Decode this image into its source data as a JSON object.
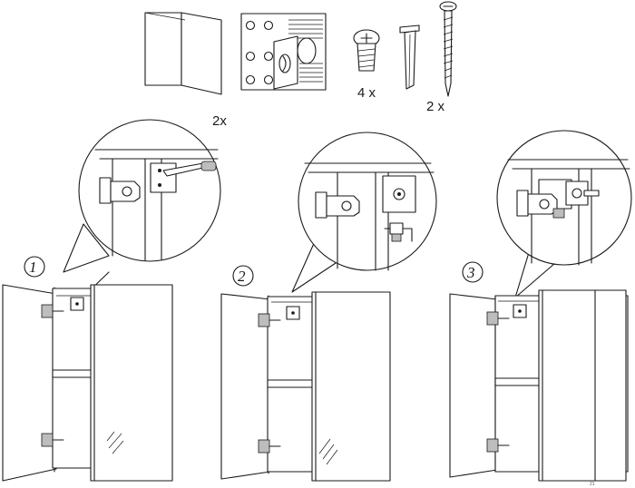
{
  "parts": {
    "panel_qty": "2x",
    "dowel_qty": "4 x",
    "screw_qty": "2 x"
  },
  "steps": [
    {
      "number": "1"
    },
    {
      "number": "2"
    },
    {
      "number": "3"
    }
  ],
  "page_marker": "21"
}
